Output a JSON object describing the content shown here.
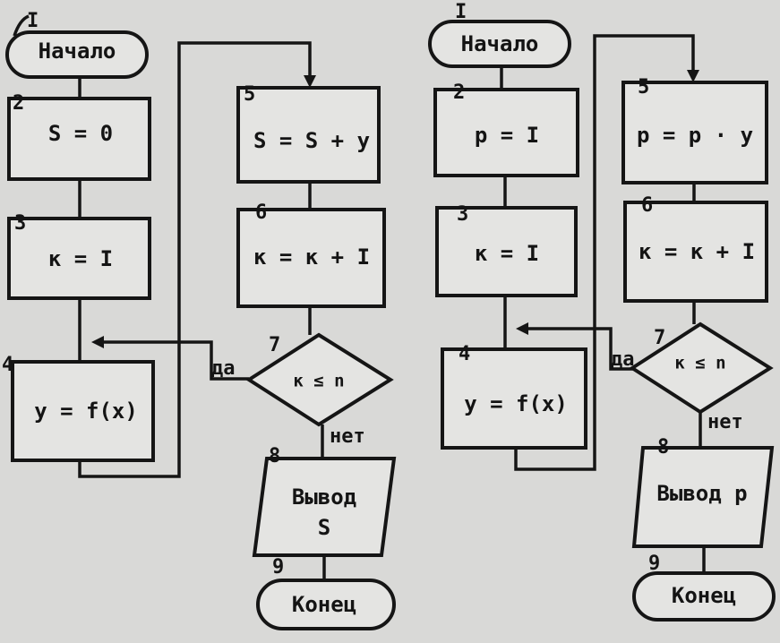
{
  "flowcharts": [
    {
      "blocks": [
        {
          "num": "I",
          "text": "Начало"
        },
        {
          "num": "2",
          "text": "S = 0"
        },
        {
          "num": "3",
          "text": "к = I"
        },
        {
          "num": "4",
          "text": "y = f(x)"
        },
        {
          "num": "5",
          "text": "S = S + y"
        },
        {
          "num": "6",
          "text": "к = к + I"
        },
        {
          "num": "7",
          "text": "к ≤ n"
        },
        {
          "num": "8",
          "text": "Вывод",
          "text2": "S"
        },
        {
          "num": "9",
          "text": "Конец"
        }
      ],
      "yes_label": "да",
      "no_label": "нет"
    },
    {
      "blocks": [
        {
          "num": "I",
          "text": "Начало"
        },
        {
          "num": "2",
          "text": "p = I"
        },
        {
          "num": "3",
          "text": "к = I"
        },
        {
          "num": "4",
          "text": "y = f(x)"
        },
        {
          "num": "5",
          "text": "p = p · y"
        },
        {
          "num": "6",
          "text": "к = к + I"
        },
        {
          "num": "7",
          "text": "к ≤ n"
        },
        {
          "num": "8",
          "text": "Вывод p"
        },
        {
          "num": "9",
          "text": "Конец"
        }
      ],
      "yes_label": "да",
      "no_label": "нет"
    }
  ]
}
